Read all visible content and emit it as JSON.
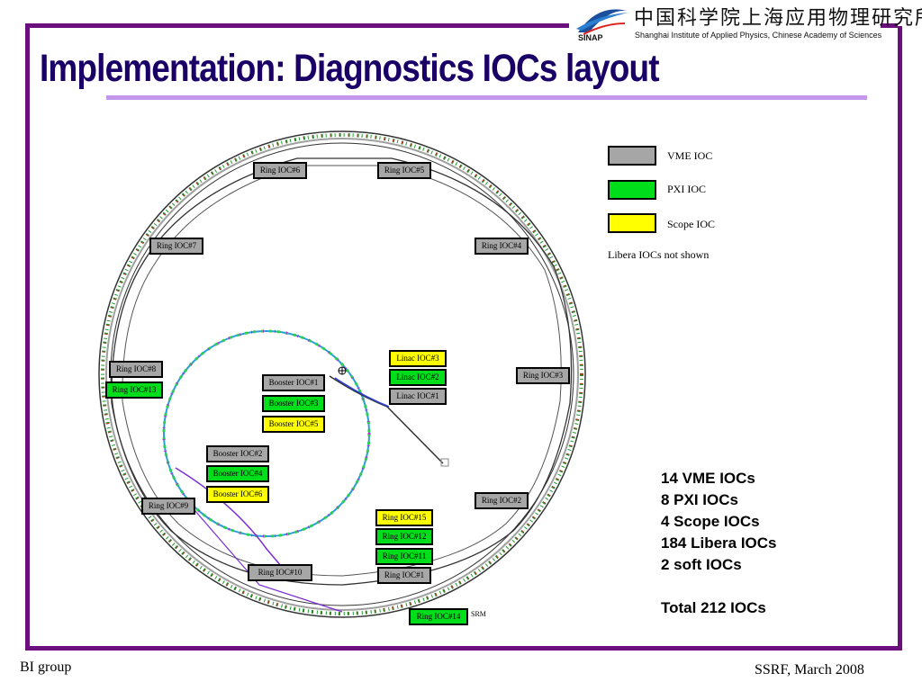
{
  "header": {
    "title": "Implementation: Diagnostics IOCs layout",
    "logo_chinese": "中国科学院上海应用物理研究所",
    "logo_english": "Shanghai Institute of Applied Physics, Chinese Academy of Sciences",
    "logo_abbrev": "SINAP"
  },
  "legend": {
    "items": [
      {
        "label": "VME IOC",
        "color": "#a6a6a6"
      },
      {
        "label": "PXI IOC",
        "color": "#00dd1a"
      },
      {
        "label": "Scope IOC",
        "color": "#ffff00"
      }
    ],
    "note": "Libera IOCs not shown"
  },
  "iocs": {
    "ring6": "Ring IOC#6",
    "ring5": "Ring IOC#5",
    "ring7": "Ring IOC#7",
    "ring4": "Ring IOC#4",
    "ring8": "Ring IOC#8",
    "ring13": "Ring IOC#13",
    "ring3": "Ring IOC#3",
    "ring9": "Ring IOC#9",
    "ring2": "Ring IOC#2",
    "ring10": "Ring IOC#10",
    "ring1": "Ring IOC#1",
    "ring15": "Ring IOC#15",
    "ring12": "Ring IOC#12",
    "ring11": "Ring IOC#11",
    "ring14": "Ring IOC#14",
    "booster1": "Booster IOC#1",
    "booster3": "Booster IOC#3",
    "booster5": "Booster IOC#5",
    "booster2": "Booster IOC#2",
    "booster4": "Booster IOC#4",
    "booster6": "Booster IOC#6",
    "linac3": "Linac IOC#3",
    "linac2": "Linac IOC#2",
    "linac1": "Linac IOC#1",
    "srm": "SRM"
  },
  "summary": {
    "vme": "14 VME IOCs",
    "pxi": "8 PXI IOCs",
    "scope": "4 Scope IOCs",
    "libera": "184 Libera IOCs",
    "soft": "2 soft IOCs",
    "total": "Total 212 IOCs"
  },
  "footer": {
    "left": "BI group",
    "right": "SSRF, March 2008"
  }
}
